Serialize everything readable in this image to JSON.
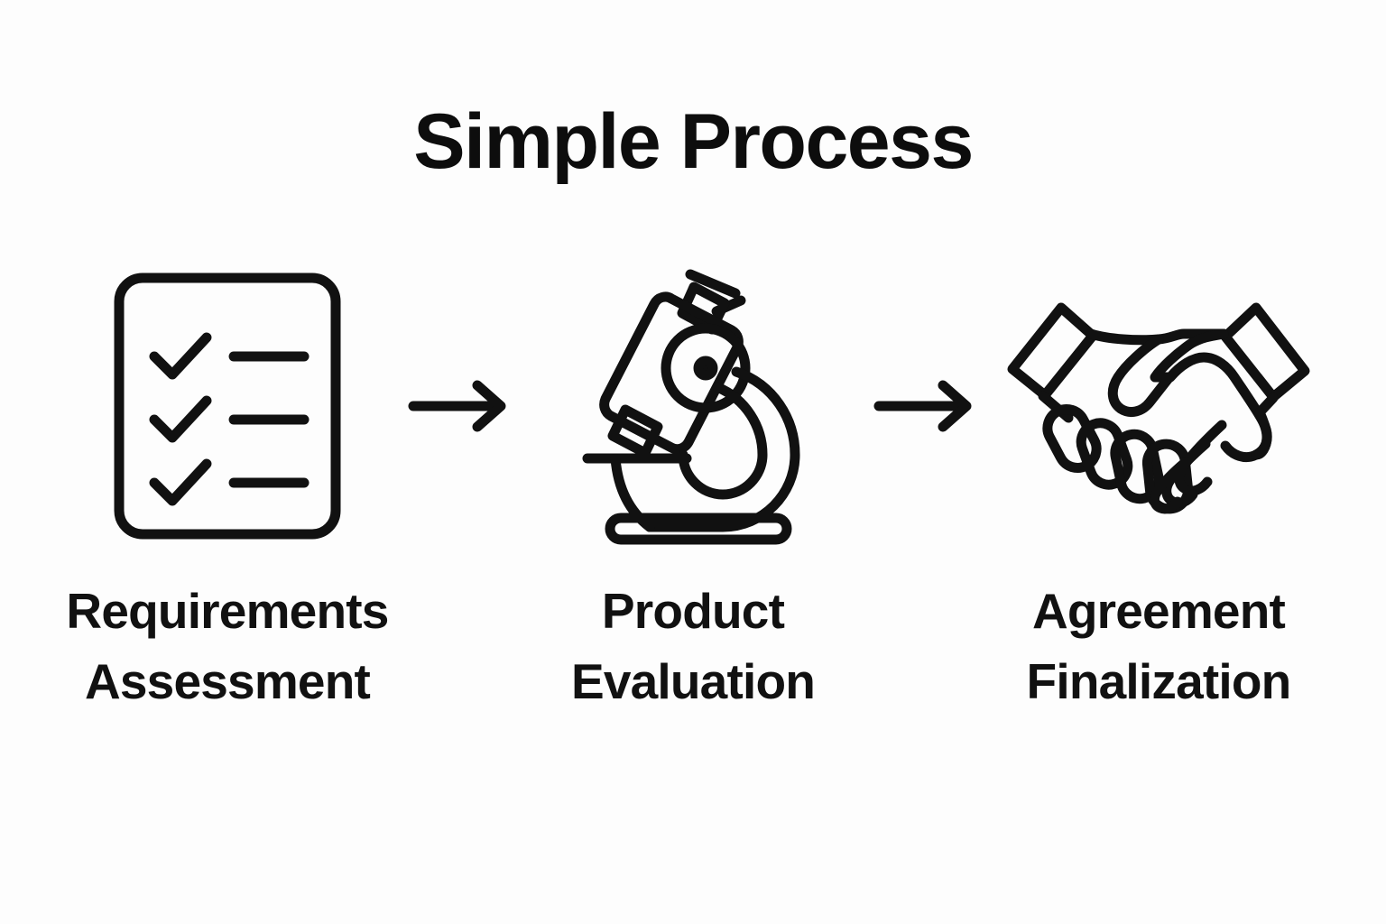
{
  "page": {
    "title": "Simple Process",
    "background_color": "#fdfdfd",
    "ink_color": "#111111"
  },
  "steps": [
    {
      "index": 1,
      "icon": "checklist-icon",
      "label": "Requirements\nAssessment",
      "label_line1": "Requirements",
      "label_line2": "Assessment"
    },
    {
      "index": 2,
      "icon": "microscope-icon",
      "label": "Product\nEvaluation",
      "label_line1": "Product",
      "label_line2": "Evaluation"
    },
    {
      "index": 3,
      "icon": "handshake-icon",
      "label": "Agreement\nFinalization",
      "label_line1": "Agreement",
      "label_line2": "Finalization"
    }
  ],
  "connectors": [
    {
      "index": 1,
      "icon": "arrow-right-icon",
      "from": "Requirements Assessment",
      "to": "Product Evaluation"
    },
    {
      "index": 2,
      "icon": "arrow-right-icon",
      "from": "Product Evaluation",
      "to": "Agreement Finalization"
    }
  ]
}
